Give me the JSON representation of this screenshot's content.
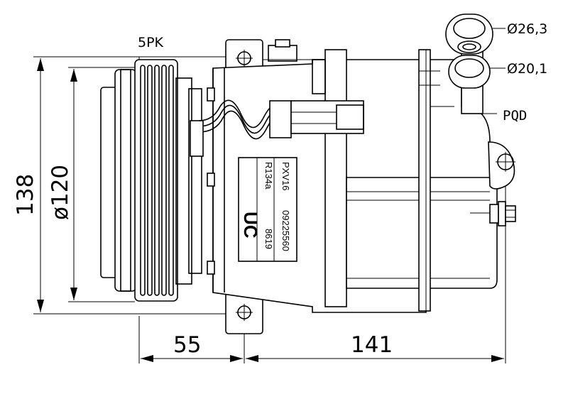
{
  "diagram": {
    "labels": {
      "belt": "5PK",
      "port_large": "Ø26,3",
      "port_small": "Ø20,1",
      "fitting": "PQD"
    },
    "dimensions": {
      "height": "138",
      "pulley_diameter": "ø120",
      "pulley_offset": "55",
      "body_length": "141"
    },
    "plate": {
      "model": "PXV16",
      "part_number": "09225560",
      "refrigerant": "R134a",
      "code": "8619",
      "brand": "UC"
    }
  }
}
